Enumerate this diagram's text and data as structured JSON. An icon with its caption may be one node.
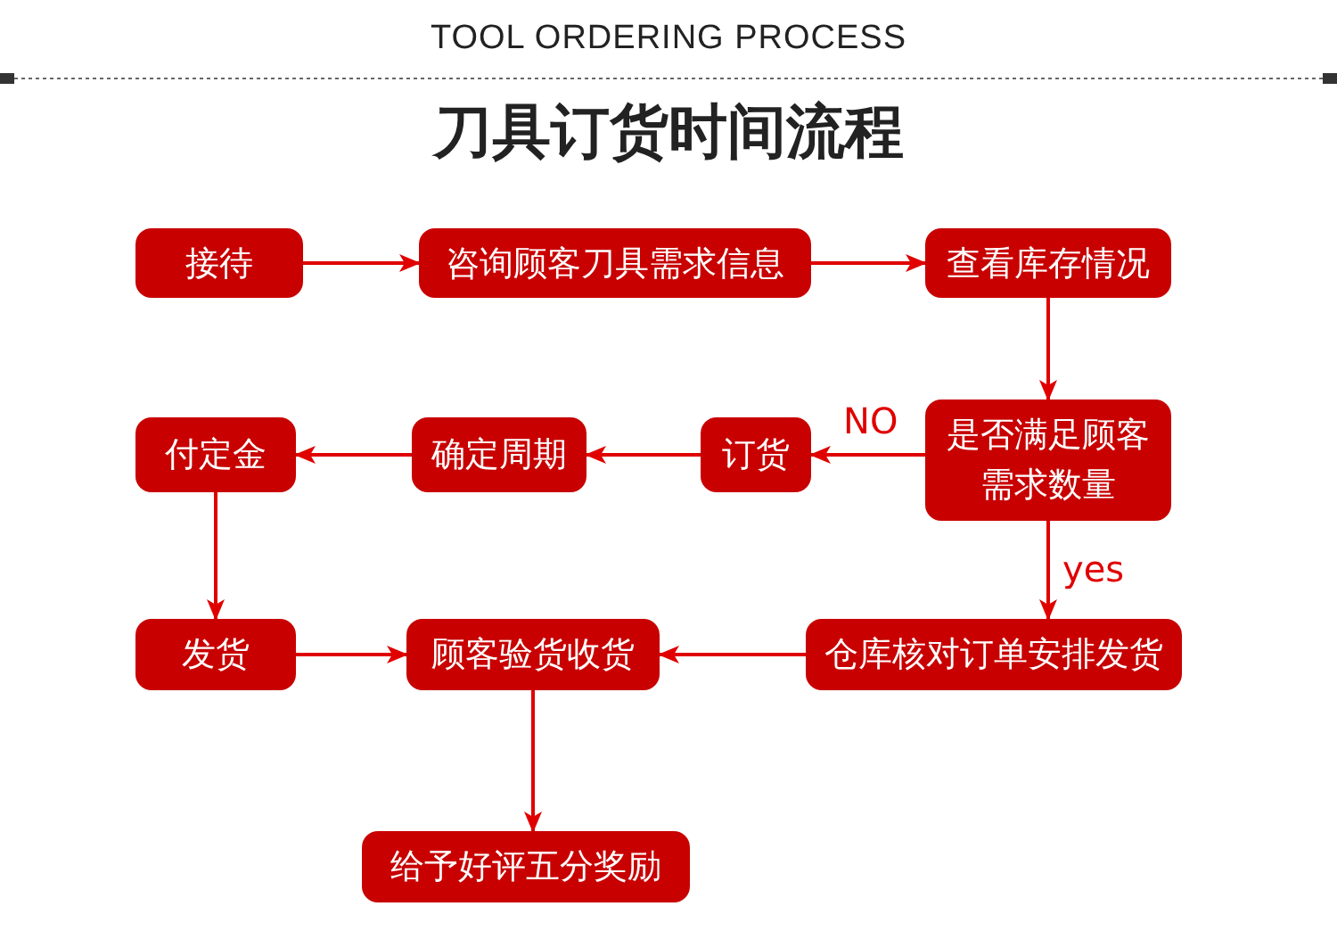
{
  "diagram": {
    "title": "刀具订货时间流程",
    "nodes": [
      {
        "text": [
          "接待"
        ]
      },
      {
        "text": [
          "咨询顾客刀具需求信息"
        ]
      },
      {
        "text": [
          "查看库存情况"
        ]
      },
      {
        "text": [
          "是否满足顾客需求数量"
        ]
      },
      {
        "text": [
          "订货"
        ]
      },
      {
        "text": [
          "确定周期"
        ]
      },
      {
        "text": [
          "付定金"
        ]
      },
      {
        "text": [
          "发货"
        ]
      },
      {
        "text": [
          "顾客验货收货"
        ]
      },
      {
        "text": [
          "仓库核对订单安排发货"
        ]
      },
      {
        "text": [
          "给予好评五分奖励"
        ]
      }
    ],
    "edges": [
      {
        "from": 0,
        "to": 1,
        "arrow": "to"
      },
      {
        "from": 1,
        "to": 2,
        "arrow": "to"
      },
      {
        "from": 2,
        "to": 3,
        "arrow": "to"
      },
      {
        "from": 3,
        "to": 4,
        "arrow": "to",
        "label": "NO"
      },
      {
        "from": 4,
        "to": 5,
        "arrow": "to"
      },
      {
        "from": 5,
        "to": 6,
        "arrow": "to"
      },
      {
        "from": 6,
        "to": 7,
        "arrow": "to"
      },
      {
        "from": 3,
        "to": 9,
        "arrow": "to",
        "label": "yes"
      },
      {
        "from": 9,
        "to": 8,
        "arrow": "to"
      },
      {
        "from": 7,
        "to": 8,
        "arrow": "to"
      },
      {
        "from": 8,
        "to": 10,
        "arrow": "to"
      }
    ],
    "labels": [
      "TOOL ORDERING PROCESS"
    ]
  }
}
